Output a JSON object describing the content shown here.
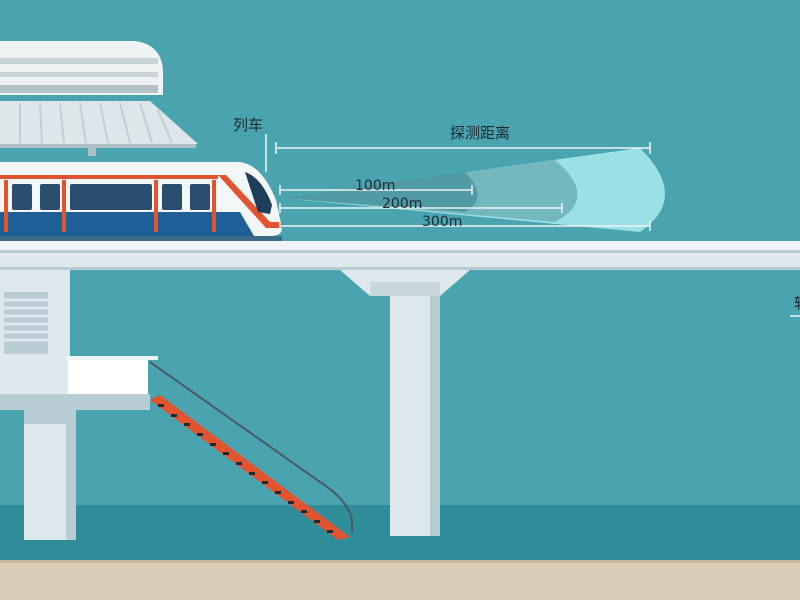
{
  "labels": {
    "train": "列车",
    "detection_distance": "探测距离",
    "range_100": "100m",
    "range_200": "200m",
    "range_300": "300m",
    "edge_partial": "轨"
  },
  "colors": {
    "sky": "#4aa4b0",
    "ground_band": "#2e8d99",
    "sand": "#d9cdb8",
    "structure": "#dfe8ec",
    "structure_shade": "#b8cdd3",
    "train_blue": "#1f5f97",
    "train_red": "#e2532f",
    "beam_light": "#9be0e4",
    "beam_dark": "#3f8790"
  }
}
